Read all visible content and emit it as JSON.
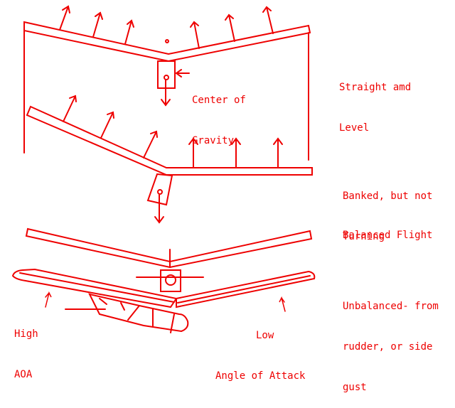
{
  "colors": {
    "line": "#ee0000",
    "background": "#ffffff"
  },
  "labels": {
    "straight": [
      "Straight amd",
      "Level"
    ],
    "cg": [
      "Center of",
      "Gravity"
    ],
    "banked": [
      "Banked, but not",
      "Turning"
    ],
    "balanced": "Balanced Flight",
    "unbalanced": [
      "Unbalanced- from",
      "rudder, or side",
      "gust"
    ],
    "high_aoa": [
      "High",
      "AOA"
    ],
    "low_aoa": [
      "Low",
      "Angle of Attack"
    ]
  }
}
